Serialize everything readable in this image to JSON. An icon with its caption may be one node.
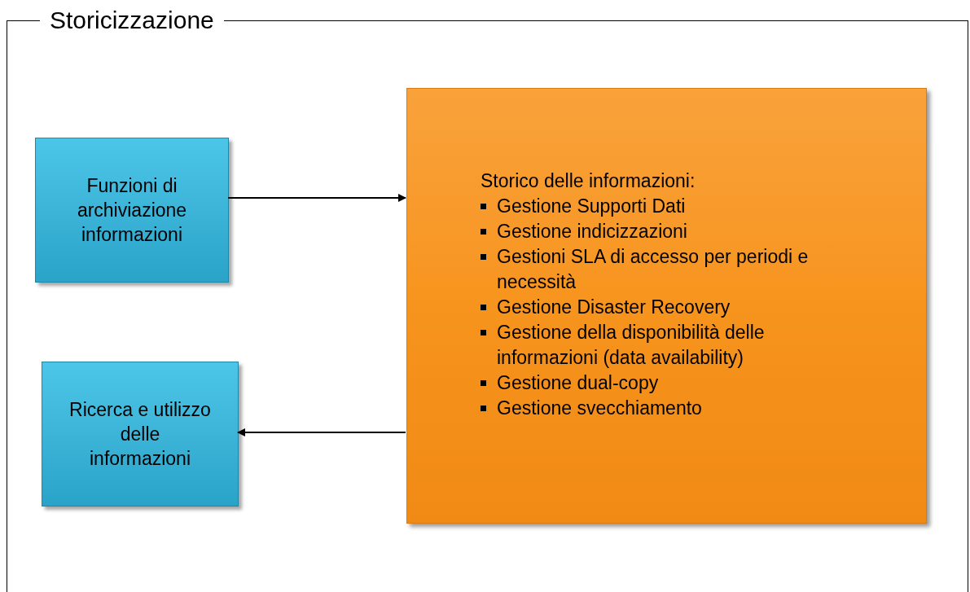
{
  "diagram": {
    "nodes": [
      {
        "text": [
          "Storicizzazione"
        ]
      },
      {
        "text": [
          "Funzioni di archiviazione informazioni"
        ],
        "in": 0
      },
      {
        "text": [
          "Storico delle informazioni:",
          "Gestione Supporti Dati",
          "Gestione indicizzazioni",
          "Gestioni SLA di accesso per periodi e necessità",
          "Gestione Disaster Recovery",
          "Gestione della disponibilità delle informazioni (data availability)",
          "Gestione dual-copy",
          "Gestione svecchiamento"
        ],
        "in": 0
      },
      {
        "text": [
          "Ricerca e utilizzo delle informazioni"
        ],
        "in": 0
      }
    ],
    "edges": [
      {
        "from": 1,
        "to": 2,
        "arrow": "to"
      },
      {
        "from": 2,
        "to": 3,
        "arrow": "to"
      }
    ]
  }
}
